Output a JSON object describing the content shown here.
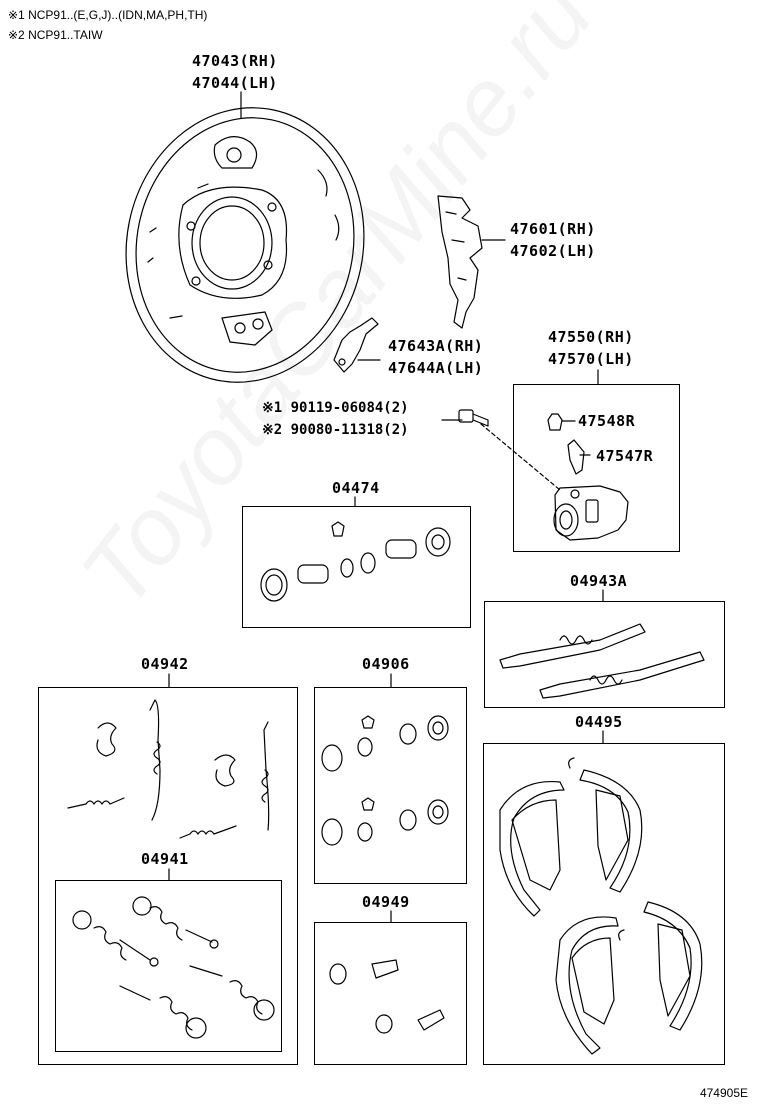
{
  "notes": [
    "※1 NCP91..(E,G,J)..(IDN,MA,PH,TH)",
    "※2 NCP91..TAIW"
  ],
  "labels": {
    "p47043": "47043(RH)",
    "p47044": "47044(LH)",
    "p47601": "47601(RH)",
    "p47602": "47602(LH)",
    "p47643a": "47643A(RH)",
    "p47644a": "47644A(LH)",
    "p47550": "47550(RH)",
    "p47570": "47570(LH)",
    "p47548r": "47548R",
    "p47547r": "47547R",
    "bolt1": "※1 90119-06084(2)",
    "bolt2": "※2 90080-11318(2)",
    "p04474": "04474",
    "p04943a": "04943A",
    "p04942": "04942",
    "p04906": "04906",
    "p04495": "04495",
    "p04941": "04941",
    "p04949": "04949"
  },
  "diagram_code": "474905E",
  "watermark": "ToyotaCarMine.ru"
}
